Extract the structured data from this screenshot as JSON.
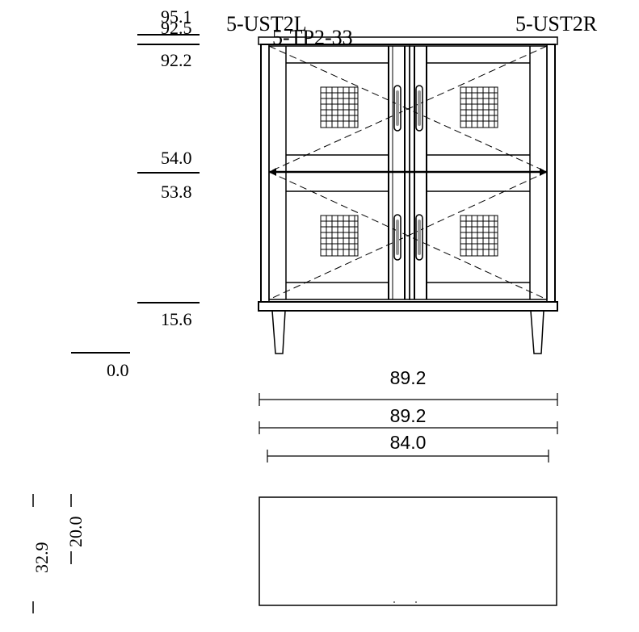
{
  "labels": {
    "top_left_code": "5-UST2L",
    "top_right_code": "5-UST2R",
    "center_code": "5-TP2-33"
  },
  "height_marks": {
    "h1": "95.1",
    "h2": "92.5",
    "h3": "92.2",
    "h4": "54.0",
    "h5": "53.8",
    "h6": "15.6",
    "h7": "0.0"
  },
  "width_dims": {
    "overall_label": "89.2",
    "overall_dim": "89.2",
    "inner_dim": "84.0"
  },
  "depth_dims": {
    "depth_inner": "20.0",
    "depth_overall": "32.9"
  }
}
